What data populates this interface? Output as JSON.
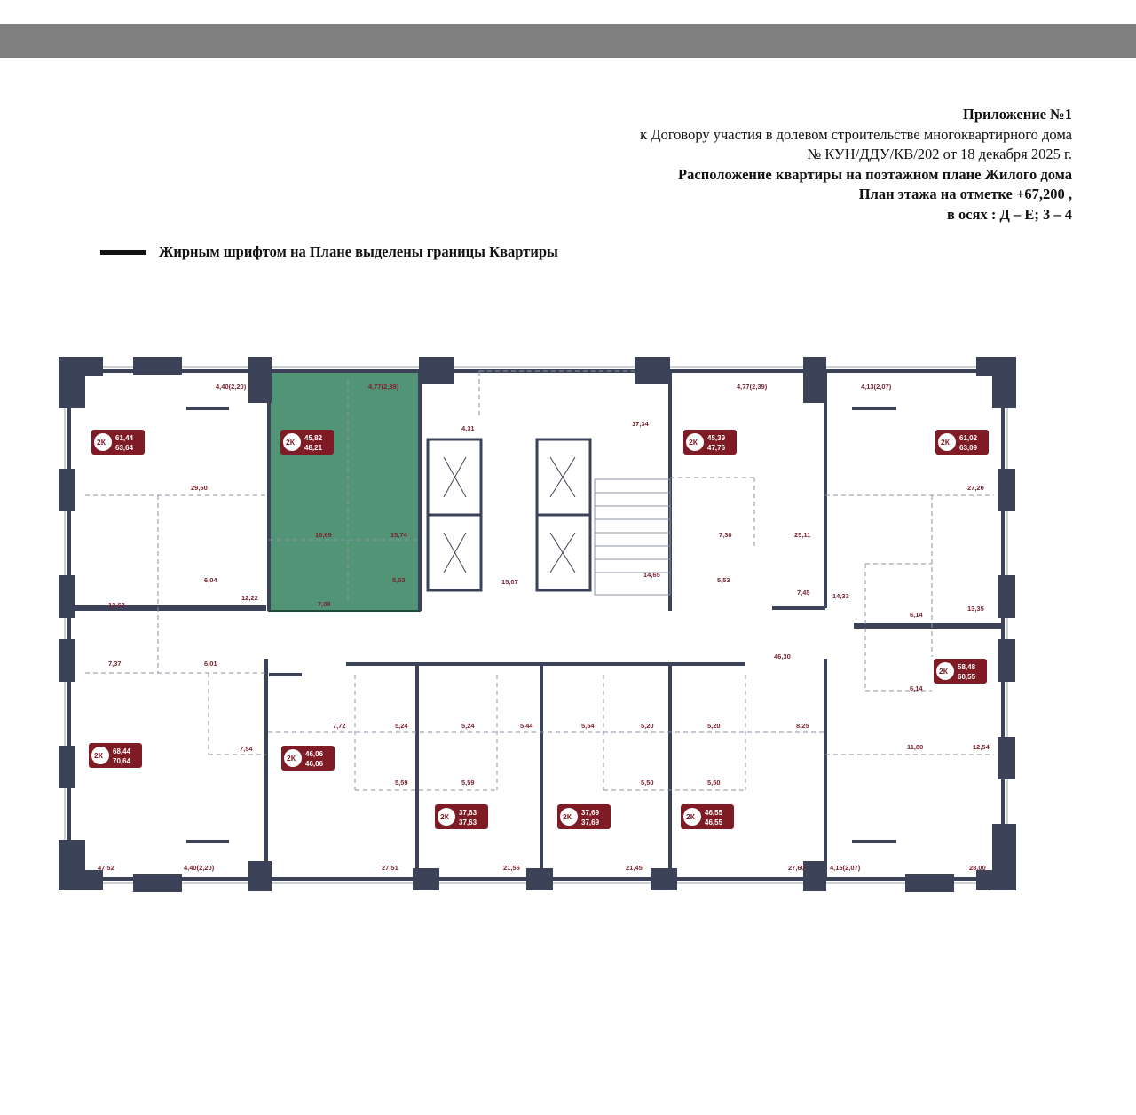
{
  "header": {
    "line1": "Приложение №1",
    "line2": "к Договору участия в долевом строительстве многоквартирного дома",
    "line3": "№ КУН/ДДУ/КВ/202 от 18 декабря 2025 г.",
    "line4": "Расположение квартиры на поэтажном плане Жилого дома",
    "line5": "План этажа на отметке +67,200 ,",
    "line6": "в осях : Д – Е; 3 – 4"
  },
  "legend": {
    "text": "Жирным шрифтом на Плане выделены границы Квартиры"
  },
  "colors": {
    "highlight": "#3f8a67",
    "wall": "#3c4358",
    "badge": "#7e1b24",
    "dimension_text": "#7a2430"
  },
  "plan": {
    "apartments": [
      {
        "id": "a1",
        "type": "2К",
        "area1": "61,44",
        "area2": "63,64",
        "highlighted": false
      },
      {
        "id": "a2",
        "type": "2К",
        "area1": "45,82",
        "area2": "48,21",
        "highlighted": true
      },
      {
        "id": "a3",
        "type": "2К",
        "area1": "45,39",
        "area2": "47,76",
        "highlighted": false
      },
      {
        "id": "a4",
        "type": "2К",
        "area1": "61,02",
        "area2": "63,09",
        "highlighted": false
      },
      {
        "id": "a5",
        "type": "2К",
        "area1": "58,48",
        "area2": "60,55",
        "highlighted": false
      },
      {
        "id": "a6",
        "type": "2К",
        "area1": "68,44",
        "area2": "70,64",
        "highlighted": false
      },
      {
        "id": "a7",
        "type": "2К",
        "area1": "46,06",
        "area2": "46,06",
        "highlighted": false
      },
      {
        "id": "a8",
        "type": "2К",
        "area1": "37,63",
        "area2": "37,63",
        "highlighted": false
      },
      {
        "id": "a9",
        "type": "2К",
        "area1": "37,69",
        "area2": "37,69",
        "highlighted": false
      },
      {
        "id": "a10",
        "type": "2К",
        "area1": "46,55",
        "area2": "46,55",
        "highlighted": false
      }
    ],
    "dimensions": [
      "4,40(2,20)",
      "4,77(2,39)",
      "4,31",
      "17,34",
      "4,77(2,39)",
      "4,13(2,07)",
      "29,50",
      "27,20",
      "16,69",
      "15,74",
      "7,30",
      "25,11",
      "6,04",
      "13,68",
      "12,22",
      "5,03",
      "7,08",
      "15,07",
      "14,65",
      "5,53",
      "7,45",
      "14,33",
      "6,14",
      "13,35",
      "7,37",
      "6,01",
      "46,30",
      "6,14",
      "7,72",
      "5,24",
      "5,24",
      "5,44",
      "5,54",
      "5,20",
      "5,20",
      "8,25",
      "7,54",
      "11,80",
      "12,54",
      "5,59",
      "5,59",
      "5,50",
      "5,50",
      "47,52",
      "4,40(2,20)",
      "27,51",
      "21,56",
      "21,45",
      "27,60",
      "4,15(2,07)",
      "28,00"
    ]
  }
}
